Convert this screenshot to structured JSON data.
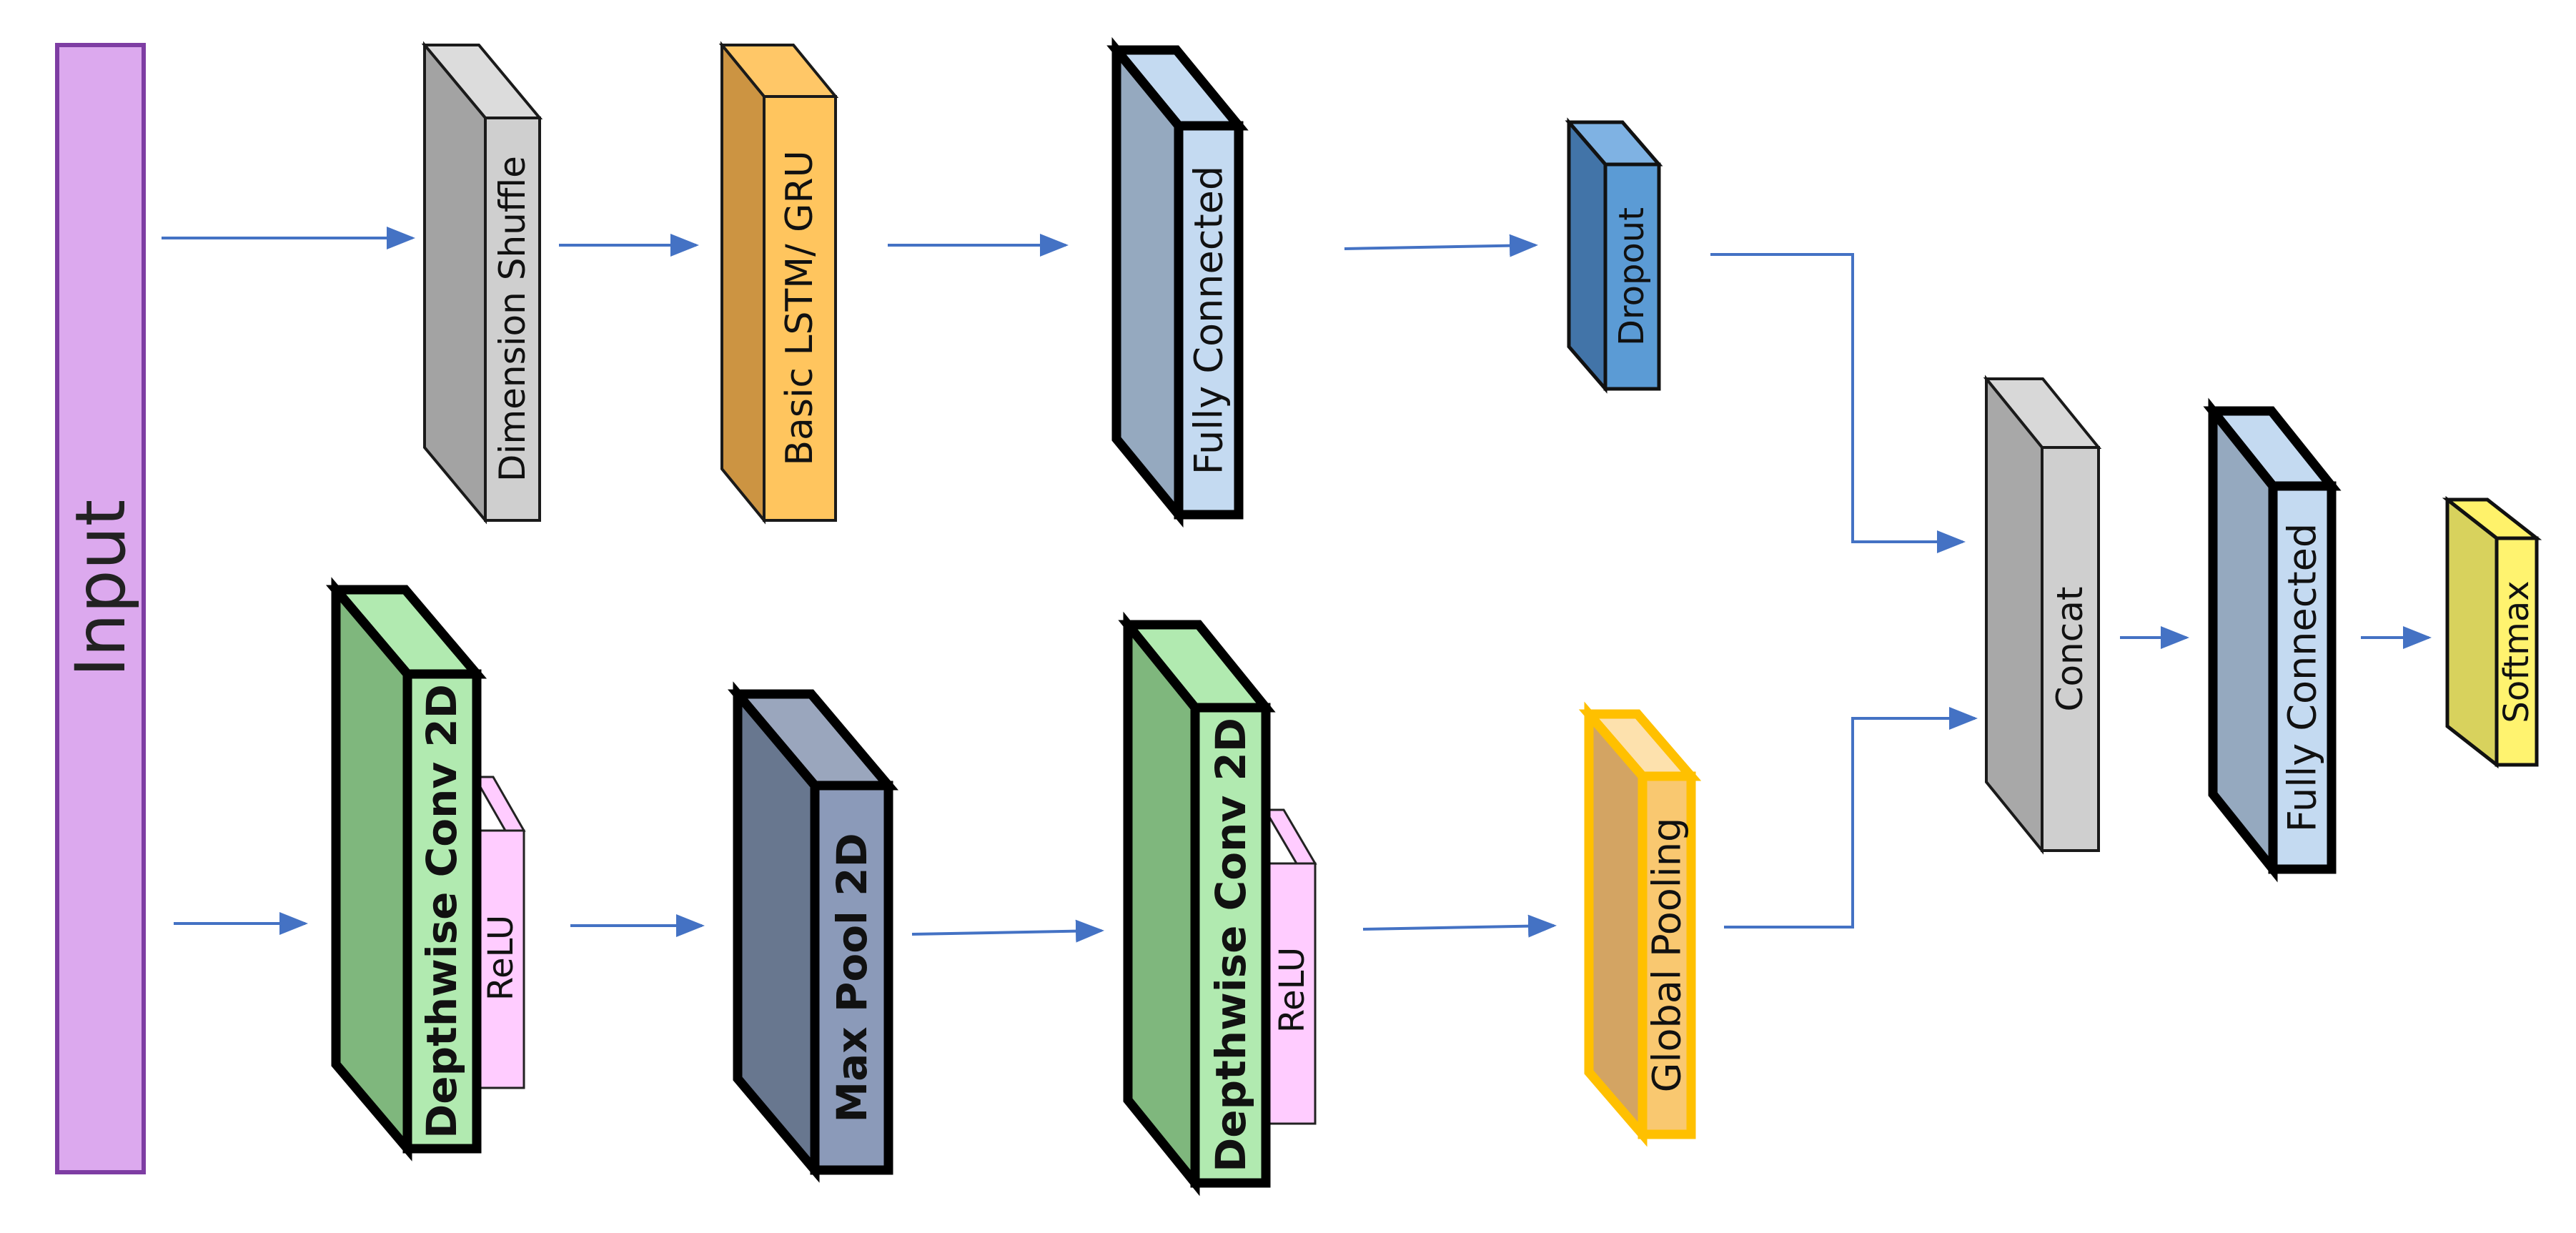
{
  "input": {
    "label": "Input",
    "fill": "#dca9ee",
    "stroke": "#7e3da3"
  },
  "top_branch": {
    "dimension_shuffle": {
      "label": "Dimension Shuffle",
      "front": "#cfcfcf",
      "side": "#a3a3a3",
      "top": "#dcdcdc"
    },
    "recurrent": {
      "label": "Basic LSTM/ GRU",
      "front": "#ffc55e",
      "side": "#cc9442",
      "top": "#ffc767"
    },
    "fully_connected": {
      "label": "Fully Connected",
      "front": "#c4daf1",
      "side": "#95a9bf",
      "top": "#c4daf1"
    },
    "dropout": {
      "label": "Dropout",
      "front": "#5b9bd5",
      "side": "#4274a8",
      "top": "#7fb2e3"
    }
  },
  "bottom_branch": {
    "depthwise_conv_1": {
      "label": "Depthwise Conv 2D",
      "activation": "ReLU",
      "front": "#b1eab0",
      "side": "#7fb77d",
      "top": "#b1eab0",
      "act_fill": "#ffccff"
    },
    "max_pool": {
      "label": "Max Pool 2D",
      "front": "#8b9ab9",
      "side": "#68778f",
      "top": "#9aa6bd"
    },
    "depthwise_conv_2": {
      "label": "Depthwise Conv 2D",
      "activation": "ReLU",
      "front": "#b1eab0",
      "side": "#7fb77d",
      "top": "#b1eab0",
      "act_fill": "#ffccff"
    },
    "global_pooling": {
      "label": "Global Pooling",
      "front": "#f9c870",
      "side": "#d3a463",
      "top": "#fde1ad",
      "stroke": "#ffc000"
    }
  },
  "merge": {
    "concat": {
      "label": "Concat",
      "front": "#cfcfcf",
      "side": "#a8a8a8",
      "top": "#d8d8d8"
    },
    "fully_connected": {
      "label": "Fully Connected",
      "front": "#c4daf1",
      "side": "#95a9bf",
      "top": "#c4daf1"
    },
    "softmax": {
      "label": "Softmax",
      "front": "#fff36f",
      "side": "#d8d25d",
      "top": "#fff26a"
    }
  },
  "arrow_color": "#4472c4"
}
